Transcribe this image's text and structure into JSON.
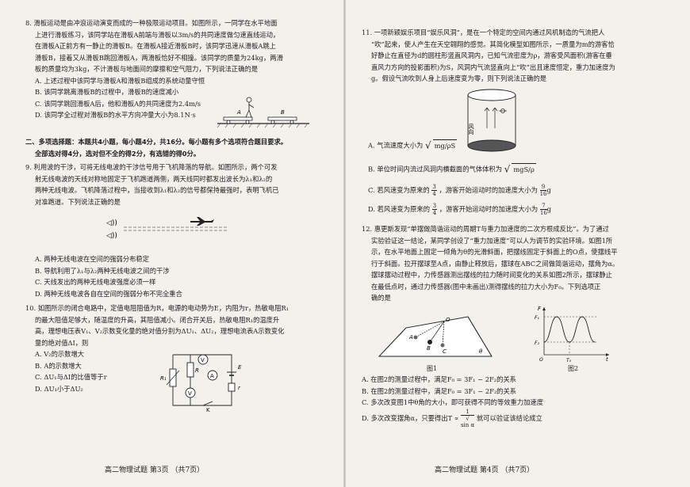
{
  "left": {
    "q8": {
      "lines": [
        "8. 滑板运动是由冲浪运动演变而成的一种极限运动项目。如图所示，一同学在水平地面",
        "上进行滑板练习，该同学站在滑板A前端与滑板以3m/s的共同速度做匀速直线运动，",
        "在滑板A正前方有一静止的滑板B。在滑板A接近滑板B时，该同学迅速从滑板A跳上",
        "滑板B，接着又从滑板B跳回滑板A，两滑板恰好不相撞。该同学的质量为24kg，两滑",
        "板的质量均为3kg，不计滑板与地面间的摩擦和空气阻力，下列说法正确的是"
      ],
      "options": [
        "A. 上述过程中该同学与滑板A和滑板B组成的系统动量守恒",
        "B. 该同学跳离滑板B的过程中，滑板B的速度减小",
        "C. 该同学跳回滑板A后，他和滑板A的共同速度为2.4m/s",
        "D. 该同学全过程对滑板B的水平方向冲量大小为8.1N·s"
      ],
      "fig_labels": [
        "A",
        "B"
      ]
    },
    "section2": [
      "二、多项选择题：本题共4小题，每小题4分，共16分。每小题有多个选项符合题目要求。",
      "全部选对得4分，选对但不全的得2分，有选错的得0分。"
    ],
    "q9": {
      "lines": [
        "9. 利用波的干涉，可将无线电波的干涉信号用于飞机降落的导航。如图所示，两个可发",
        "射无线电波的天线对称地固定于飞机跑道两侧，两天线同时都发出波长为λ₁和λ₂的",
        "两种无线电波。飞机降落过程中，当接收到λ₁和λ₂的信号都保持最强时，表明飞机已",
        "对准跑道。下列说法正确的是"
      ],
      "options": [
        "A. 两种无线电波在空间的强弱分布稳定",
        "B. 导航利用了λ₁与λ₂两种无线电波之间的干涉",
        "C. 天线发出的两种无线电波强度必须一样",
        "D. 两种无线电波各自在空间的强弱分布不完全重合"
      ]
    },
    "q10": {
      "lines": [
        "10. 如图所示的闭合电路中，定值电阻阻值为R，电源的电动势为E，内阻为r，热敏电阻R₁",
        "的最大阻值足够大，随温度的升高，其阻值减小。闭合开关后，热敏电阻R₁的温度升",
        "高，理想电压表V₁、V₂示数变化量的绝对值分别为ΔU₁、ΔU₂，理想电流表A示数变化",
        "量的绝对值ΔI，则"
      ],
      "options": [
        "A. V₂的示数增大",
        "B. A的示数增大",
        "C. ΔU₁与ΔI的比值等于r",
        "D. ΔU₁小于ΔU₂"
      ],
      "fig_labels": [
        "R₁",
        "R",
        "E",
        "r",
        "K",
        "V",
        "A",
        "V"
      ]
    },
    "footer": "高二物理试题  第3页  （共7页）"
  },
  "right": {
    "q11": {
      "lines": [
        "11. 一项新颖娱乐项目“娱乐风洞”，是在一个特定的空间内通过风机制造的气流把人",
        "“吹”起来，使人产生在天空翱翔的感觉。其简化模型如图所示，一质量为m的游客恰",
        "好静止在直径为d的圆柱形竖直风洞内，已知气流密度为ρ，游客受风面积(游客在垂",
        "直风力方向的投影面积)为S，风洞内气流竖直向上“吹”出且速度恒定，重力加速度为",
        "g。假设气流吹到人身上后速度变为零，则下列说法正确的是"
      ],
      "fig_label": "风向",
      "opt_a": "A. 气流速度大小为",
      "opt_b": "B. 单位时间内流过风洞内横截面的气体体积为",
      "opt_c_pre": "C. 若风速变为原来的",
      "opt_c_mid": "，游客开始运动时的加速度大小为",
      "opt_d_pre": "D. 若风速变为原来的",
      "opt_d_mid": "，游客开始运动时的加速度大小为",
      "frac_34": [
        "3",
        "4"
      ],
      "frac_916": [
        "9",
        "16"
      ],
      "frac_716": [
        "7",
        "16"
      ],
      "g": "g"
    },
    "q12": {
      "lines": [
        "12. 惠更斯发现“单摆做简谐运动的周期T与重力加速度的二次方根成反比”。为了通过",
        "实验验证这一结论，某同学创设了“重力加速度”可以人为调节的实验环境。如图1所",
        "示，在水平地面上固定一倾角为θ的光滑斜面，把摆线固定于斜面上的O点，使摆线平",
        "行于斜面。拉开摆球至A点，由静止释放后，摆球在ABC之间做简谐运动，摆角为α。",
        "摆球摆动过程中，力传感器测出摆线的拉力随时间变化的关系如图2所示，摆球静止",
        "在最低点时，通过力传感器(图中未画出)测得摆线的拉力大小为F₀。下列选项正",
        "确的是"
      ],
      "fig1_caption": "图1",
      "fig2_caption": "图2",
      "fig2_labels": [
        "F",
        "F₁",
        "F₂",
        "O",
        "T₀",
        "t"
      ],
      "fig1_labels": [
        "O",
        "A",
        "B",
        "C",
        "θ"
      ],
      "options": [
        "A. 在图2的测量过程中，满足F₀ = 3F₁ − 2F₂的关系",
        "B. 在图2的测量过程中，满足F₀ = 3F₁ − 2F₂的关系",
        "C. 多次改变图1中θ角的大小，即可获得不同的等效重力加速度",
        "D. 多次改变摆角α，只要得出T ∝"
      ],
      "opt_d_tail": "就可以验证该结论成立",
      "sinalpha": "sin α"
    },
    "footer": "高二物理试题  第4页  （共7页）"
  },
  "sqrt_a": "mg/ρS",
  "sqrt_b": "mgS/ρ"
}
